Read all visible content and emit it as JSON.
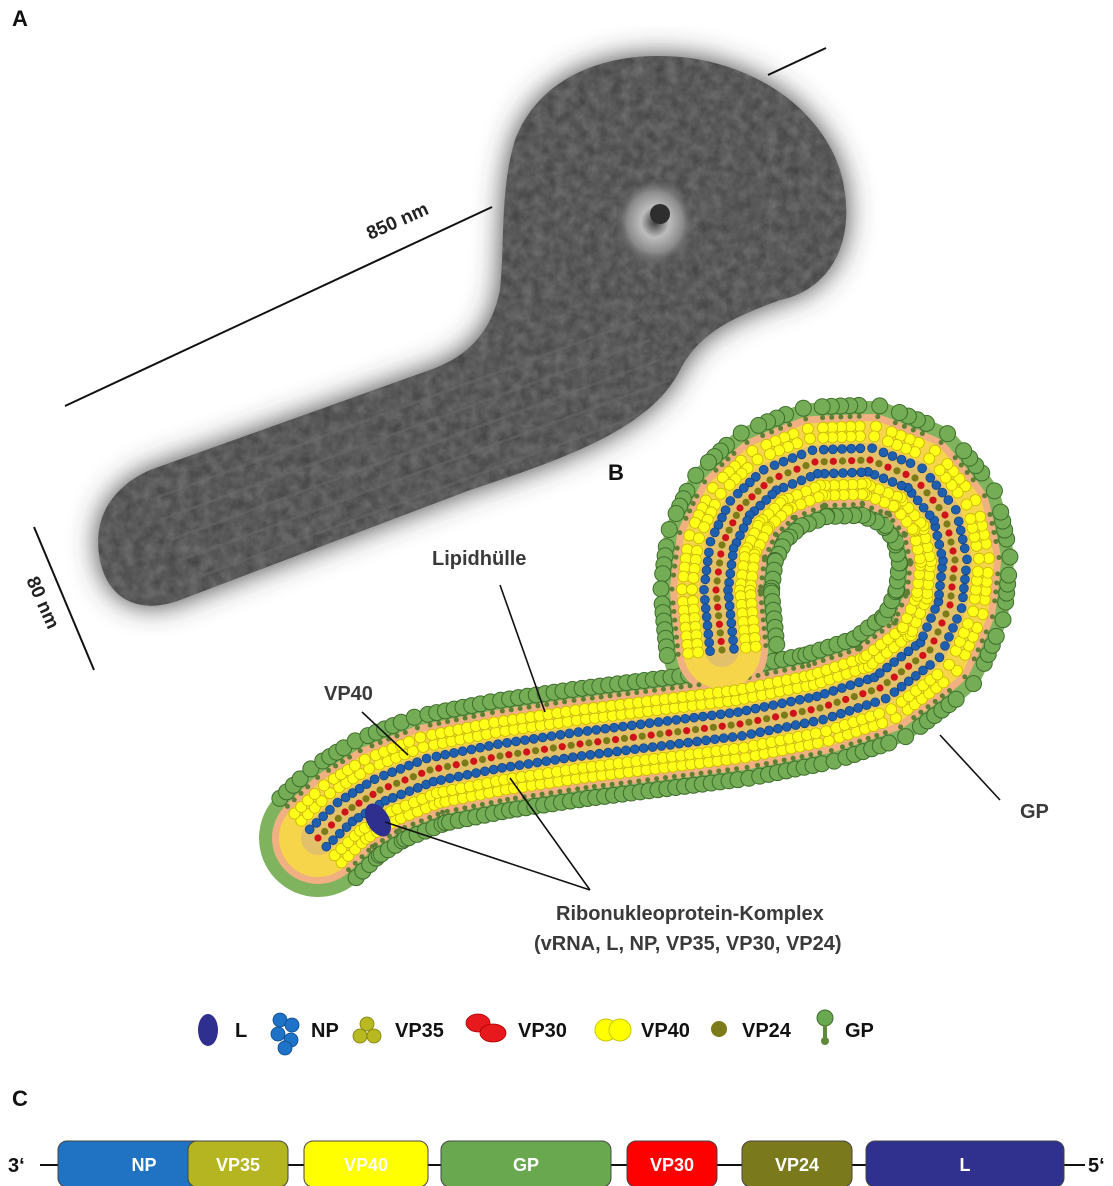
{
  "panels": {
    "a": {
      "label": "A",
      "measure_length": "850 nm",
      "measure_width": "80 nm"
    },
    "b": {
      "label": "B",
      "labels": {
        "lipid": "Lipidhülle",
        "vp40": "VP40",
        "gp": "GP",
        "rnp_line1": "Ribonukleoprotein-Komplex",
        "rnp_line2": "(vRNA, L, NP, VP35, VP30, VP24)"
      }
    },
    "legend": [
      {
        "id": "l",
        "label": "L",
        "icon": "l-oval-icon",
        "color": "#2f2f8f"
      },
      {
        "id": "np",
        "label": "NP",
        "icon": "np-cluster-icon",
        "color": "#1e73c8"
      },
      {
        "id": "vp35",
        "label": "VP35",
        "icon": "vp35-cluster-icon",
        "color": "#b8b820"
      },
      {
        "id": "vp30",
        "label": "VP30",
        "icon": "vp30-pair-icon",
        "color": "#e8191c"
      },
      {
        "id": "vp40",
        "label": "VP40",
        "icon": "vp40-pair-icon",
        "color": "#ffff00"
      },
      {
        "id": "vp24",
        "label": "VP24",
        "icon": "vp24-dot-icon",
        "color": "#7b7b1a"
      },
      {
        "id": "gp",
        "label": "GP",
        "icon": "gp-spike-icon",
        "color": "#6aa84f"
      }
    ],
    "c": {
      "label": "C",
      "left_end": "3‘",
      "right_end": "5‘",
      "genes": [
        {
          "name": "NP",
          "color": "#1f73c2"
        },
        {
          "name": "VP35",
          "color": "#b5b521"
        },
        {
          "name": "VP40",
          "color": "#ffff00"
        },
        {
          "name": "GP",
          "color": "#6aa84f"
        },
        {
          "name": "VP30",
          "color": "#ff0000"
        },
        {
          "name": "VP24",
          "color": "#7a7a1c"
        },
        {
          "name": "L",
          "color": "#30308f"
        }
      ]
    }
  }
}
